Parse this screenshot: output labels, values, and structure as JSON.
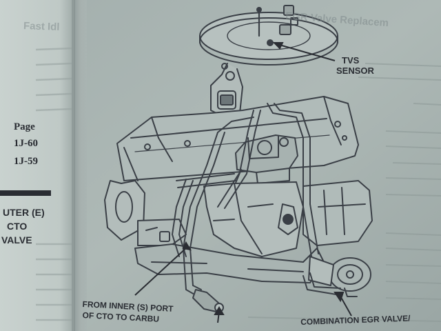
{
  "left_page": {
    "heading_fragment": "Fast Idl",
    "table_header": "Page",
    "page_refs": [
      "1J-60",
      "1J-59"
    ],
    "legend_lines": [
      "UTER (E)",
      "CTO",
      "VALVE"
    ]
  },
  "right_page": {
    "header_fragment": "EGR Valve Replacem"
  },
  "diagram": {
    "callouts": {
      "tvs_line1": "TVS",
      "tvs_line2": "SENSOR",
      "inner_port_line1": "FROM INNER (S) PORT",
      "inner_port_line2": "OF CTO TO CARBU",
      "combination_egr": "COMBINATION EGR VALVE/"
    }
  },
  "colors": {
    "paper_right": "#a9b4b2",
    "paper_left": "#c3cdca",
    "ink": "#2a2d33"
  }
}
